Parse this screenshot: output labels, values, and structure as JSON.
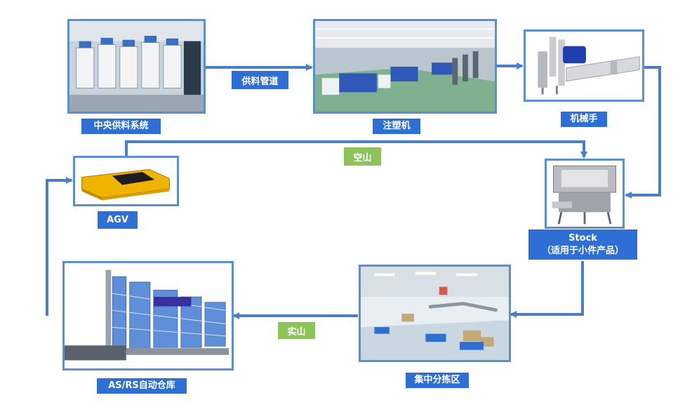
{
  "colors": {
    "arrow": "#4a7fc8",
    "node_border": "#5b8fd1",
    "label_bg": "#2e6fd6",
    "empty_bg": "#8dc35a",
    "full_bg": "#8dc35a",
    "edge_bg": "#2e6fd6"
  },
  "nodes": {
    "central_feed": {
      "label": "中央供料系统"
    },
    "injection": {
      "label": "注塑机"
    },
    "robot": {
      "label": "机械手"
    },
    "stock": {
      "label_line1": "Stock",
      "label_line2": "（适用于小件产品）"
    },
    "sorting": {
      "label": "集中分拣区"
    },
    "asrs": {
      "label": "AS/RS自动仓库"
    },
    "agv": {
      "label": "AGV"
    }
  },
  "edges": {
    "feed_pipe": "供料管道",
    "empty": "空山",
    "full": "实山"
  }
}
